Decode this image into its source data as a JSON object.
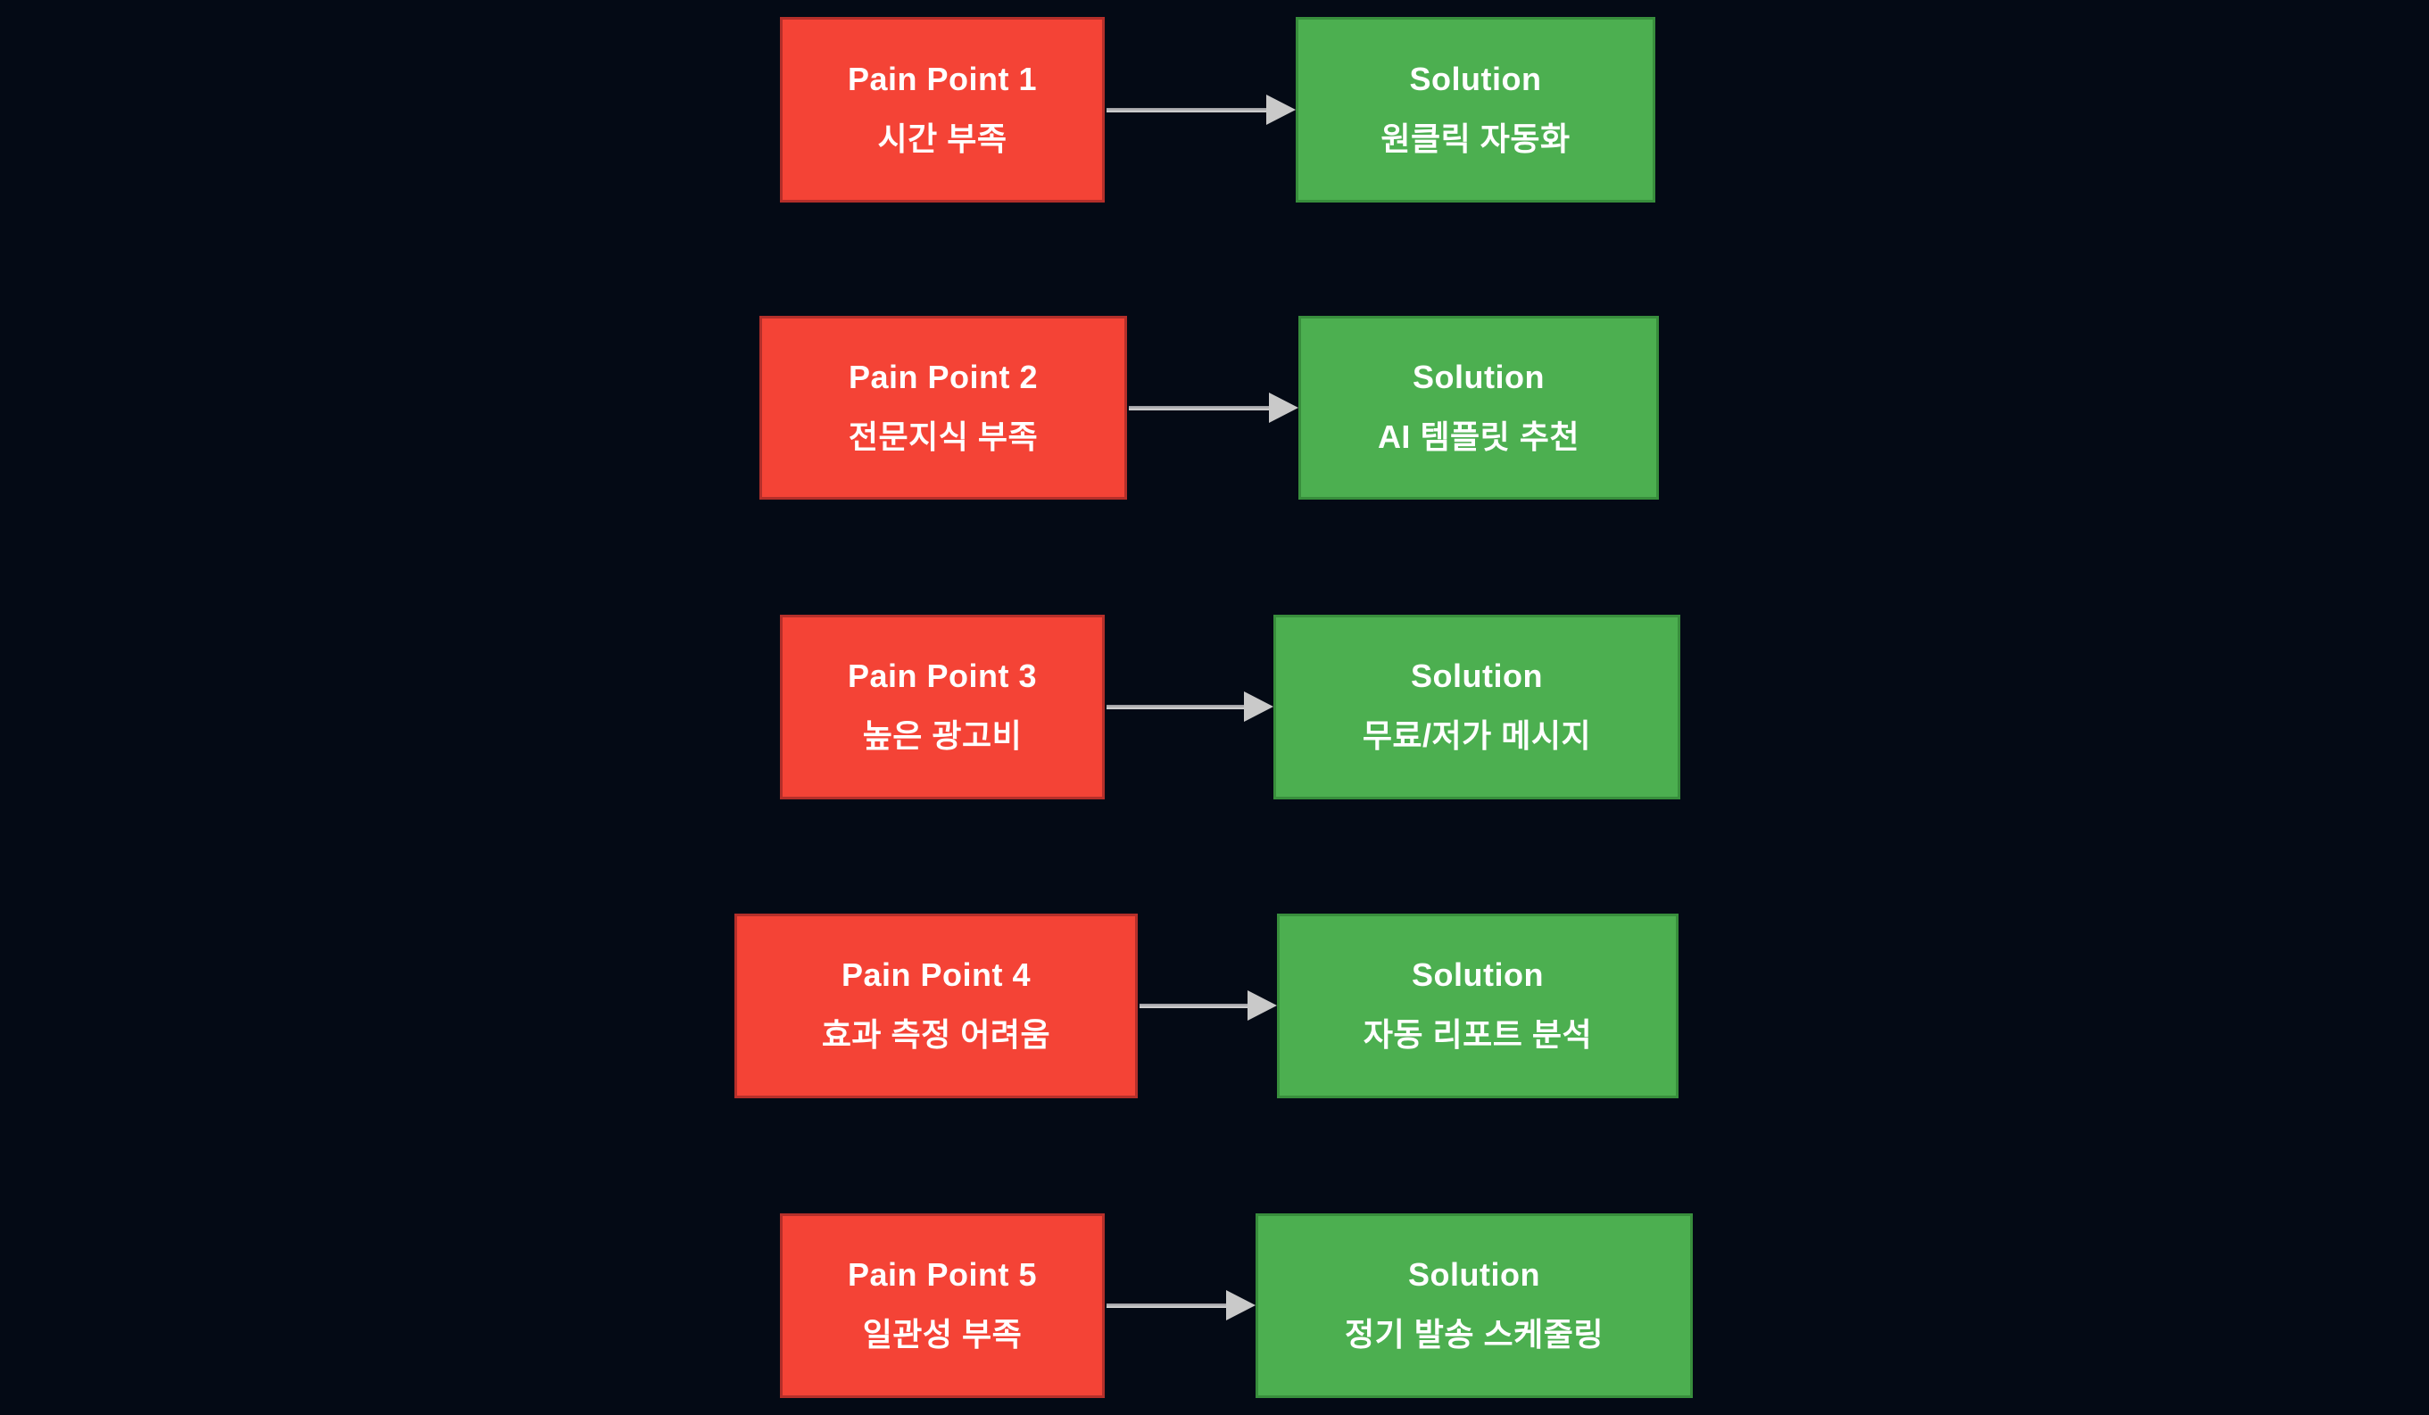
{
  "colors": {
    "background": "#040a15",
    "pain_box_fill": "#f44336",
    "pain_box_border": "#b42f2a",
    "solution_box_fill": "#4caf50",
    "solution_box_border": "#388e3c",
    "arrow": "#c9c9c9",
    "text": "#ffffff"
  },
  "rows": [
    {
      "pain": {
        "title": "Pain Point 1",
        "subtitle": "시간 부족"
      },
      "solution": {
        "title": "Solution",
        "subtitle": "원클릭 자동화"
      }
    },
    {
      "pain": {
        "title": "Pain Point 2",
        "subtitle": "전문지식 부족"
      },
      "solution": {
        "title": "Solution",
        "subtitle": "AI 템플릿 추천"
      }
    },
    {
      "pain": {
        "title": "Pain Point 3",
        "subtitle": "높은 광고비"
      },
      "solution": {
        "title": "Solution",
        "subtitle": "무료/저가 메시지"
      }
    },
    {
      "pain": {
        "title": "Pain Point 4",
        "subtitle": "효과 측정 어려움"
      },
      "solution": {
        "title": "Solution",
        "subtitle": "자동 리포트 분석"
      }
    },
    {
      "pain": {
        "title": "Pain Point 5",
        "subtitle": "일관성 부족"
      },
      "solution": {
        "title": "Solution",
        "subtitle": "정기 발송 스케줄링"
      }
    }
  ]
}
